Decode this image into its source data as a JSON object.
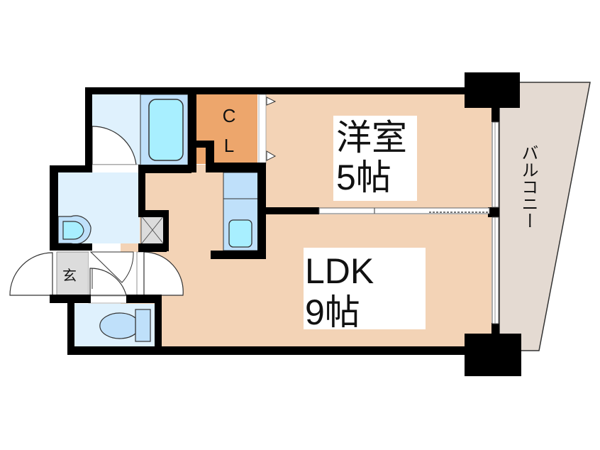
{
  "floor_plan": {
    "rooms": {
      "western_room": {
        "name": "洋室",
        "size": "5帖"
      },
      "ldk": {
        "name": "LDK",
        "size": "9帖"
      },
      "closet": {
        "line1": "C",
        "line2": "L"
      },
      "entrance": {
        "name": "玄"
      },
      "balcony": {
        "name": "バルコニー"
      }
    },
    "colors": {
      "wall": "#000000",
      "room_floor": "#f3d3b6",
      "closet": "#eda66c",
      "wet_area": "#dff1fd",
      "bath_tub_frame": "#bfe0fa",
      "fixture": "#a8efff",
      "entrance": "#dcdcdc",
      "balcony": "#e4dad2"
    }
  }
}
